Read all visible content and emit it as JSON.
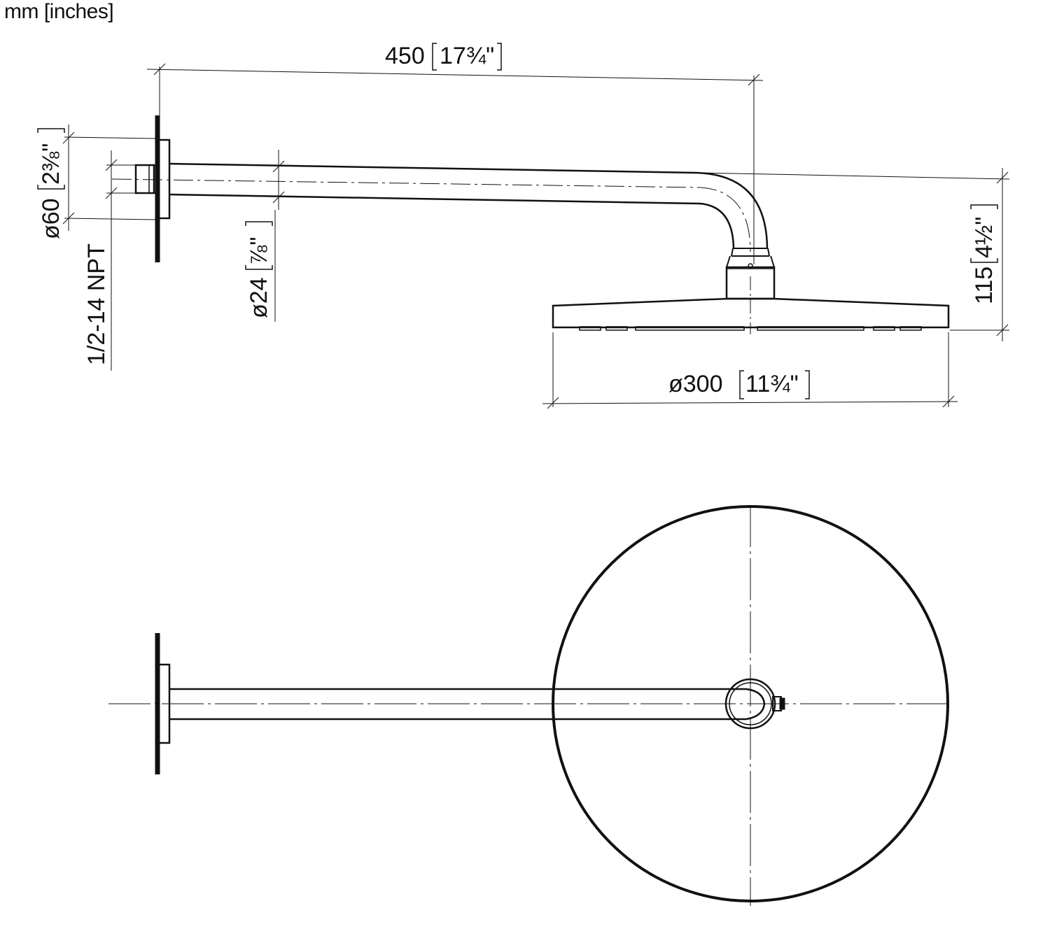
{
  "units_label": "mm [inches]",
  "dimensions": {
    "arm_length": {
      "mm": "450",
      "inch": "17¾\""
    },
    "flange_dia": {
      "mm": "ø60",
      "inch": "2⅜\""
    },
    "thread": {
      "label": "1/2-14 NPT"
    },
    "pipe_dia": {
      "mm": "ø24",
      "inch": "⅞\""
    },
    "height": {
      "mm": "115",
      "inch": "4½\""
    },
    "head_dia": {
      "mm": "ø300",
      "inch": "11¾\""
    }
  }
}
